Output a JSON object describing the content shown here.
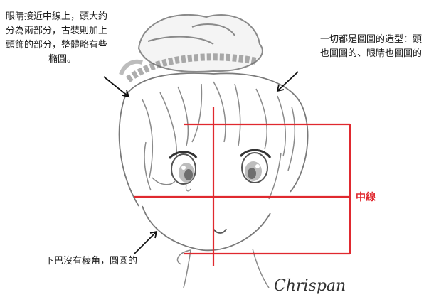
{
  "notes": {
    "top_left_lines": [
      "眼睛接近中線上，頭大約",
      "分為兩部分，古裝則加上",
      "頭飾的部分，整體略有些",
      "橢圓。"
    ],
    "top_right_lines": [
      "一切都是圓圓的造型：頭",
      "也圓圓的、眼睛也圓圓的"
    ],
    "bottom_left": "下巴沒有稜角，圓圓的"
  },
  "labels": {
    "midline": "中線",
    "signature": "Chrispan"
  },
  "colors": {
    "guide_red": "#e0292f",
    "sketch_gray": "#8a8a8a",
    "text": "#1b1b1b"
  }
}
